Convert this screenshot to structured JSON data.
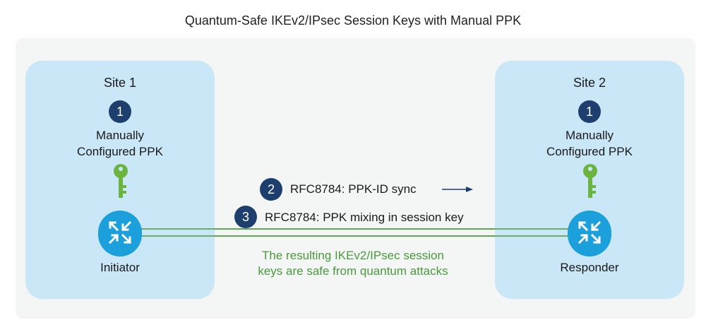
{
  "title": "Quantum-Safe IKEv2/IPsec Session Keys with Manual PPK",
  "colors": {
    "badge": "#1e3f6e",
    "site_bg": "#c9e7f6",
    "router": "#1ba0dc",
    "key": "#6bb43f",
    "tunnel": "#4a9a3c",
    "arrow": "#1e3f6e"
  },
  "sites": [
    {
      "title": "Site 1",
      "step": "1",
      "ppk_line1": "Manually",
      "ppk_line2": "Configured PPK",
      "role": "Initiator"
    },
    {
      "title": "Site 2",
      "step": "1",
      "ppk_line1": "Manually",
      "ppk_line2": "Configured PPK",
      "role": "Responder"
    }
  ],
  "steps": [
    {
      "number": "2",
      "label": "RFC8784: PPK-ID sync"
    },
    {
      "number": "3",
      "label": "RFC8784: PPK mixing in session key"
    }
  ],
  "result": {
    "line1": "The resulting IKEv2/IPsec session",
    "line2": "keys are safe from quantum attacks"
  }
}
